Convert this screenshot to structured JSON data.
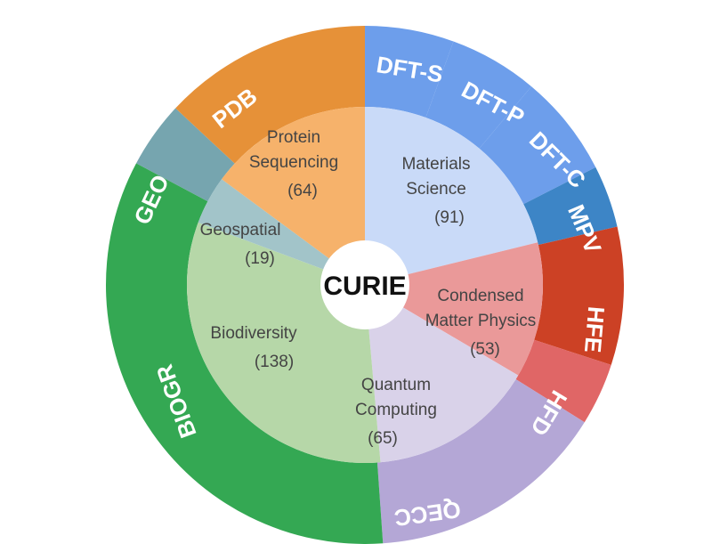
{
  "center": {
    "label": "CURIE"
  },
  "domains": [
    {
      "name": "Materials Science",
      "lines": [
        "Materials",
        "Science"
      ],
      "count": "(91)",
      "value": 91,
      "color": "#c9daf8"
    },
    {
      "name": "Condensed Matter Physics",
      "lines": [
        "Condensed",
        "Matter Physics"
      ],
      "count": "(53)",
      "value": 53,
      "color": "#ea9999"
    },
    {
      "name": "Quantum Computing",
      "lines": [
        "Quantum",
        "Computing"
      ],
      "count": "(65)",
      "value": 65,
      "color": "#d9d2e9"
    },
    {
      "name": "Biodiversity",
      "lines": [
        "Biodiversity"
      ],
      "count": "(138)",
      "value": 138,
      "color": "#b6d7a8"
    },
    {
      "name": "Geospatial",
      "lines": [
        "Geospatial"
      ],
      "count": "(19)",
      "value": 19,
      "color": "#a2c4c9"
    },
    {
      "name": "Protein Sequencing",
      "lines": [
        "Protein",
        "Sequencing"
      ],
      "count": "(64)",
      "value": 64,
      "color": "#f6b26b"
    }
  ],
  "tasks": [
    {
      "label": "DFT-S",
      "color": "#6d9eeb"
    },
    {
      "label": "DFT-P",
      "color": "#6d9eeb"
    },
    {
      "label": "DFT-C",
      "color": "#6d9eeb"
    },
    {
      "label": "MPV",
      "color": "#3d85c6"
    },
    {
      "label": "HFE",
      "color": "#cc4125"
    },
    {
      "label": "HFD",
      "color": "#e06666"
    },
    {
      "label": "QECC",
      "color": "#b4a7d6"
    },
    {
      "label": "BIOGR",
      "color": "#34a853"
    },
    {
      "label": "GEO",
      "color": "#76a5af"
    },
    {
      "label": "PDB",
      "color": "#e69138"
    }
  ]
}
